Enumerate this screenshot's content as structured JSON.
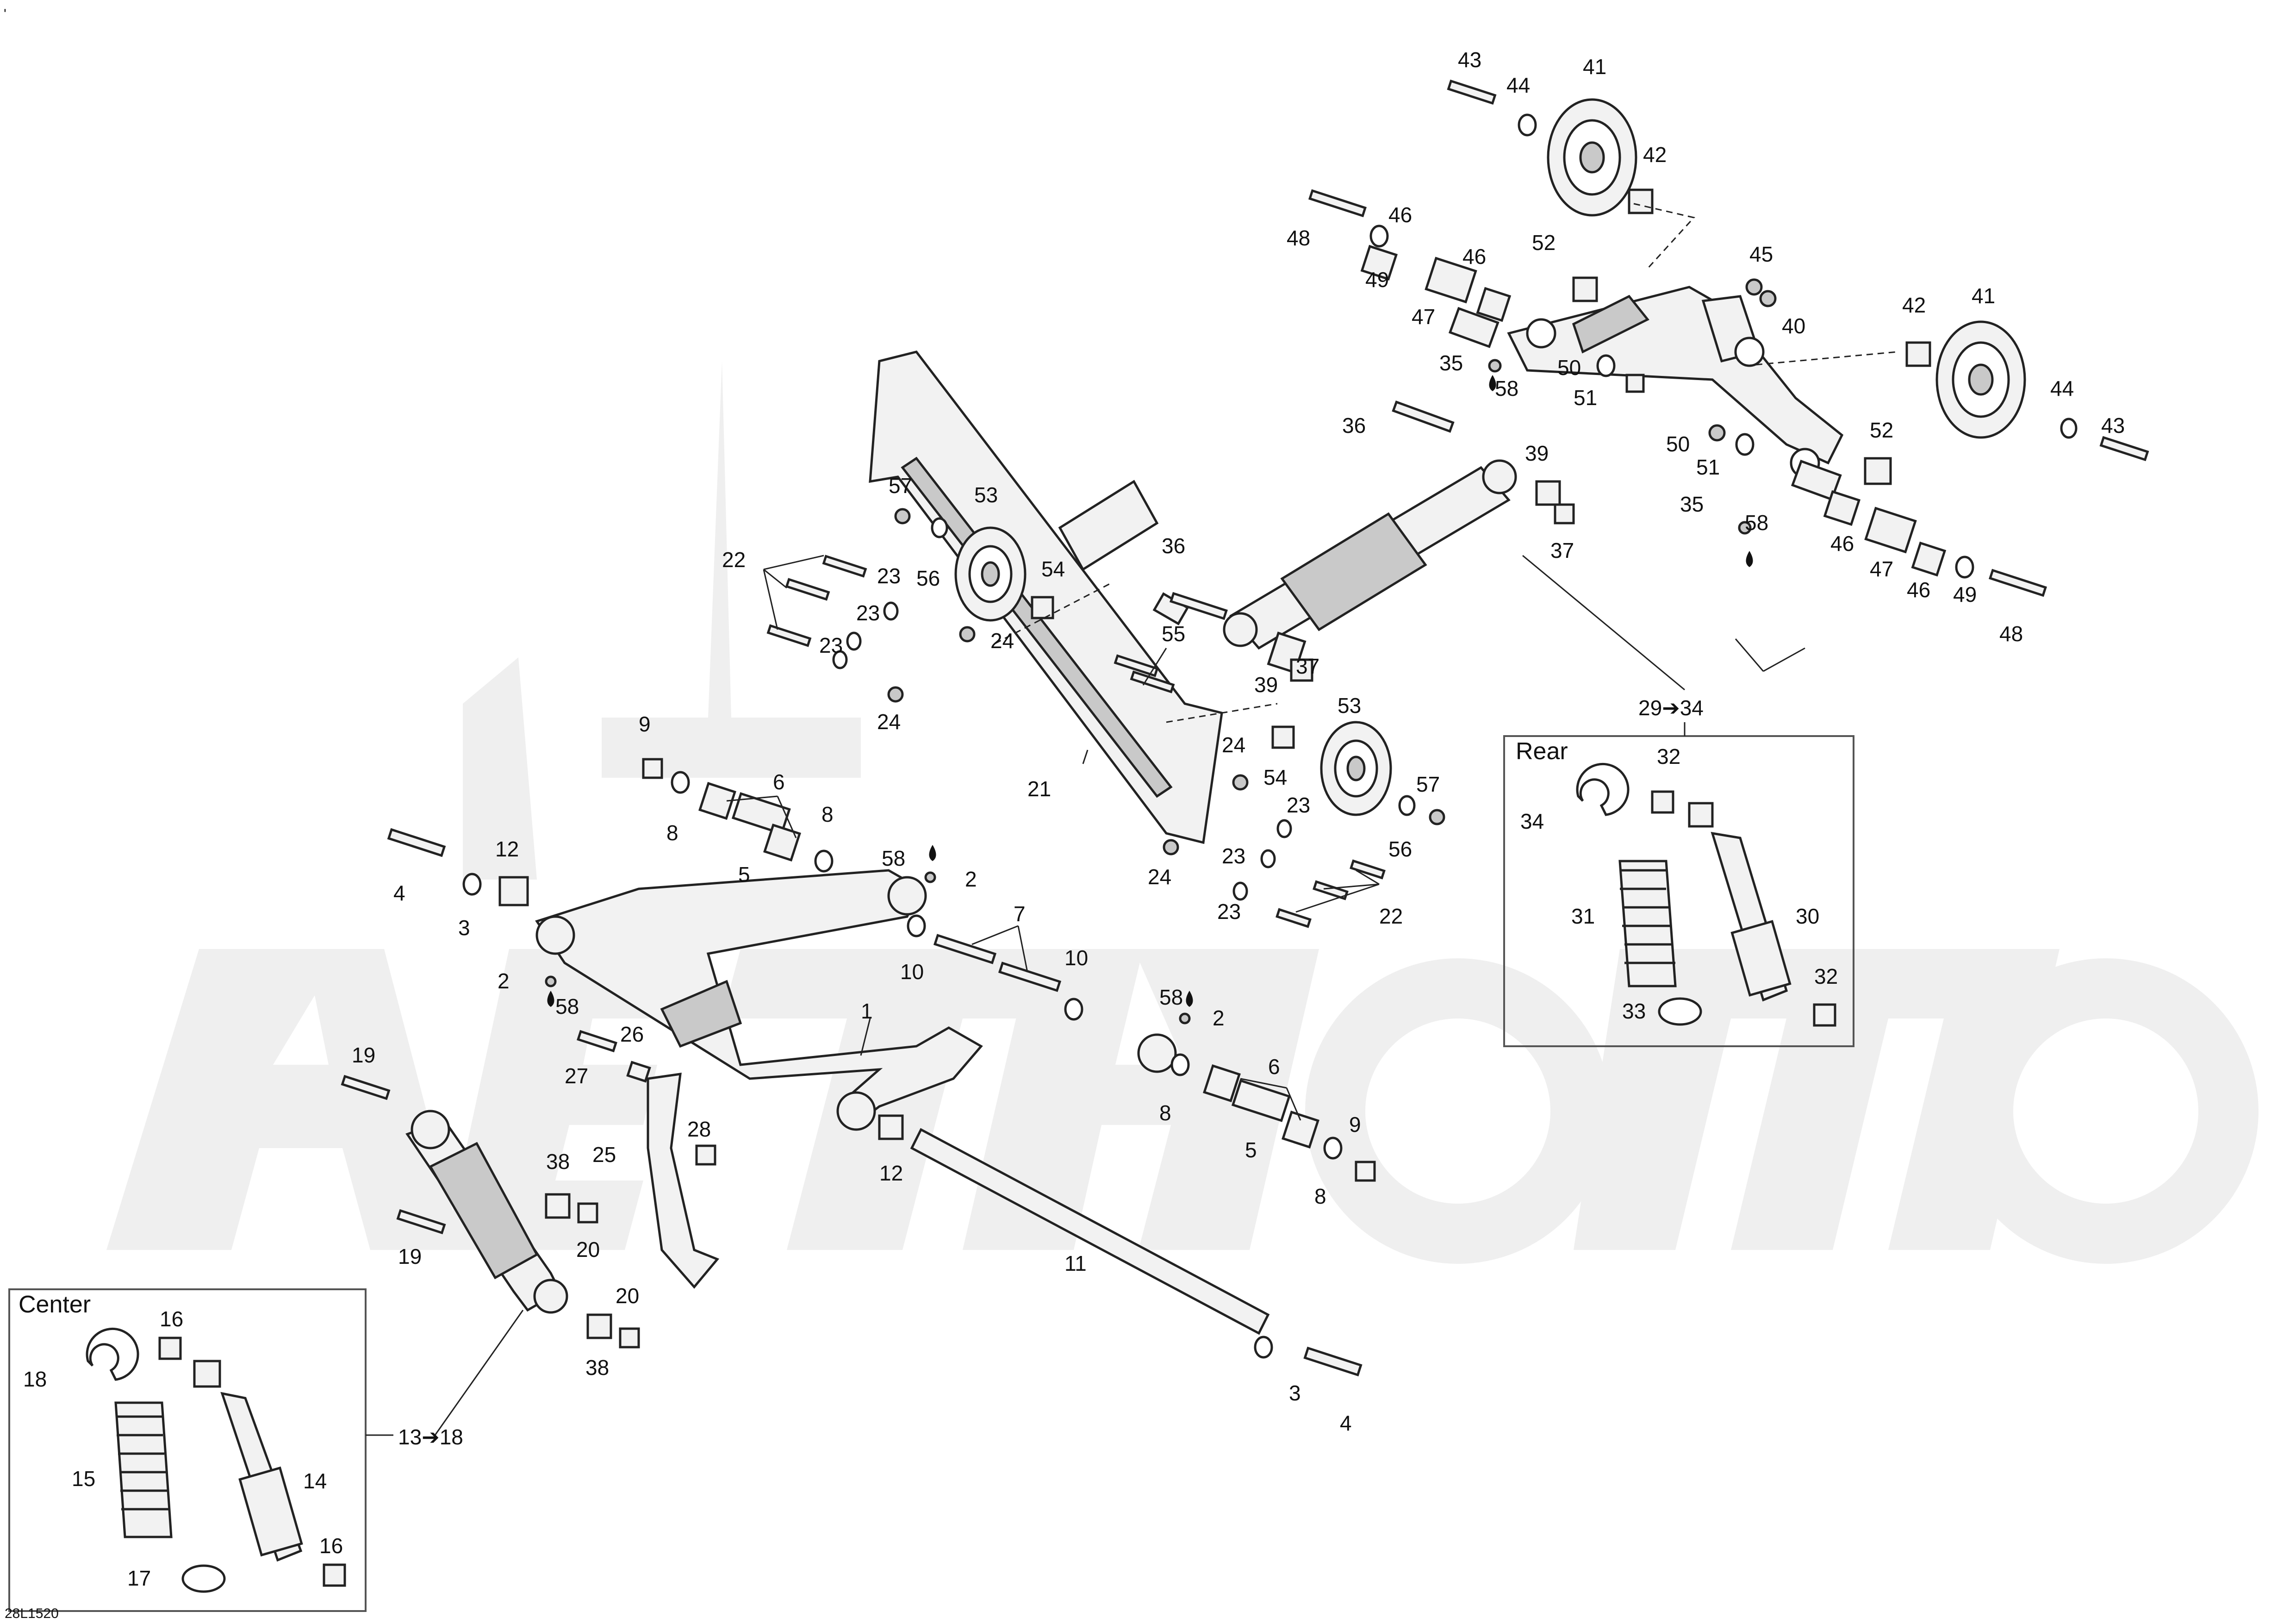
{
  "corner_mark": "'",
  "drawing_code": "28L1520",
  "callouts": [
    {
      "id": "c43a",
      "text": "43"
    },
    {
      "id": "c44a",
      "text": "44"
    },
    {
      "id": "c41a",
      "text": "41"
    },
    {
      "id": "c42a",
      "text": "42"
    },
    {
      "id": "c48a",
      "text": "48"
    },
    {
      "id": "c49a",
      "text": "49"
    },
    {
      "id": "c46a",
      "text": "46"
    },
    {
      "id": "c46b",
      "text": "46"
    },
    {
      "id": "c47a",
      "text": "47"
    },
    {
      "id": "c52a",
      "text": "52"
    },
    {
      "id": "c45a",
      "text": "45"
    },
    {
      "id": "c40a",
      "text": "40"
    },
    {
      "id": "c35a",
      "text": "35"
    },
    {
      "id": "c58a",
      "text": "58"
    },
    {
      "id": "c50a",
      "text": "50"
    },
    {
      "id": "c51a",
      "text": "51"
    },
    {
      "id": "c42b",
      "text": "42"
    },
    {
      "id": "c41b",
      "text": "41"
    },
    {
      "id": "c44b",
      "text": "44"
    },
    {
      "id": "c43b",
      "text": "43"
    },
    {
      "id": "c36a",
      "text": "36"
    },
    {
      "id": "c39a",
      "text": "39"
    },
    {
      "id": "c37a",
      "text": "37"
    },
    {
      "id": "c52b",
      "text": "52"
    },
    {
      "id": "c50b",
      "text": "50"
    },
    {
      "id": "c51b",
      "text": "51"
    },
    {
      "id": "c35b",
      "text": "35"
    },
    {
      "id": "c58b",
      "text": "58"
    },
    {
      "id": "c46c",
      "text": "46"
    },
    {
      "id": "c47b",
      "text": "47"
    },
    {
      "id": "c46d",
      "text": "46"
    },
    {
      "id": "c49b",
      "text": "49"
    },
    {
      "id": "c48b",
      "text": "48"
    },
    {
      "id": "c57a",
      "text": "57"
    },
    {
      "id": "c53a",
      "text": "53"
    },
    {
      "id": "c56a",
      "text": "56"
    },
    {
      "id": "c54a",
      "text": "54"
    },
    {
      "id": "c22a",
      "text": "22"
    },
    {
      "id": "c23a",
      "text": "23"
    },
    {
      "id": "c23b",
      "text": "23"
    },
    {
      "id": "c24a",
      "text": "24"
    },
    {
      "id": "c23c",
      "text": "23"
    },
    {
      "id": "c24b",
      "text": "24"
    },
    {
      "id": "c36b",
      "text": "36"
    },
    {
      "id": "c55a",
      "text": "55"
    },
    {
      "id": "c39b",
      "text": "39"
    },
    {
      "id": "c37b",
      "text": "37"
    },
    {
      "id": "c21a",
      "text": "21"
    },
    {
      "id": "c24c",
      "text": "24"
    },
    {
      "id": "c54b",
      "text": "54"
    },
    {
      "id": "c53b",
      "text": "53"
    },
    {
      "id": "c57b",
      "text": "57"
    },
    {
      "id": "c23d",
      "text": "23"
    },
    {
      "id": "c56b",
      "text": "56"
    },
    {
      "id": "c23e",
      "text": "23"
    },
    {
      "id": "c24d",
      "text": "24"
    },
    {
      "id": "c23f",
      "text": "23"
    },
    {
      "id": "c22b",
      "text": "22"
    },
    {
      "id": "c9a",
      "text": "9"
    },
    {
      "id": "c6a",
      "text": "6"
    },
    {
      "id": "c8a",
      "text": "8"
    },
    {
      "id": "c8b",
      "text": "8"
    },
    {
      "id": "c5a",
      "text": "5"
    },
    {
      "id": "c58c",
      "text": "58"
    },
    {
      "id": "c2a",
      "text": "2"
    },
    {
      "id": "c12a",
      "text": "12"
    },
    {
      "id": "c4a",
      "text": "4"
    },
    {
      "id": "c3a",
      "text": "3"
    },
    {
      "id": "c7a",
      "text": "7"
    },
    {
      "id": "c10a",
      "text": "10"
    },
    {
      "id": "c10b",
      "text": "10"
    },
    {
      "id": "c2b",
      "text": "2"
    },
    {
      "id": "c58d",
      "text": "58"
    },
    {
      "id": "c1a",
      "text": "1"
    },
    {
      "id": "c58e",
      "text": "58"
    },
    {
      "id": "c2c",
      "text": "2"
    },
    {
      "id": "c26a",
      "text": "26"
    },
    {
      "id": "c27a",
      "text": "27"
    },
    {
      "id": "c19a",
      "text": "19"
    },
    {
      "id": "c6b",
      "text": "6"
    },
    {
      "id": "c8c",
      "text": "8"
    },
    {
      "id": "c5b",
      "text": "5"
    },
    {
      "id": "c9b",
      "text": "9"
    },
    {
      "id": "c8d",
      "text": "8"
    },
    {
      "id": "c28a",
      "text": "28"
    },
    {
      "id": "c25a",
      "text": "25"
    },
    {
      "id": "c12b",
      "text": "12"
    },
    {
      "id": "c38a",
      "text": "38"
    },
    {
      "id": "c20a",
      "text": "20"
    },
    {
      "id": "c19b",
      "text": "19"
    },
    {
      "id": "c11a",
      "text": "11"
    },
    {
      "id": "c20b",
      "text": "20"
    },
    {
      "id": "c38b",
      "text": "38"
    },
    {
      "id": "c3b",
      "text": "3"
    },
    {
      "id": "c4b",
      "text": "4"
    },
    {
      "id": "c29a",
      "text": "29➔34"
    },
    {
      "id": "c13a",
      "text": "13➔18"
    },
    {
      "id": "c32a",
      "text": "32"
    },
    {
      "id": "c34a",
      "text": "34"
    },
    {
      "id": "c31a",
      "text": "31"
    },
    {
      "id": "c30a",
      "text": "30"
    },
    {
      "id": "c32b",
      "text": "32"
    },
    {
      "id": "c33a",
      "text": "33"
    },
    {
      "id": "c16a",
      "text": "16"
    },
    {
      "id": "c18a",
      "text": "18"
    },
    {
      "id": "c15a",
      "text": "15"
    },
    {
      "id": "c14a",
      "text": "14"
    },
    {
      "id": "c16b",
      "text": "16"
    },
    {
      "id": "c17a",
      "text": "17"
    }
  ],
  "rear_box": {
    "title": "Rear"
  },
  "center_box": {
    "title": "Center"
  },
  "watermark": {
    "color": "#efefef"
  }
}
